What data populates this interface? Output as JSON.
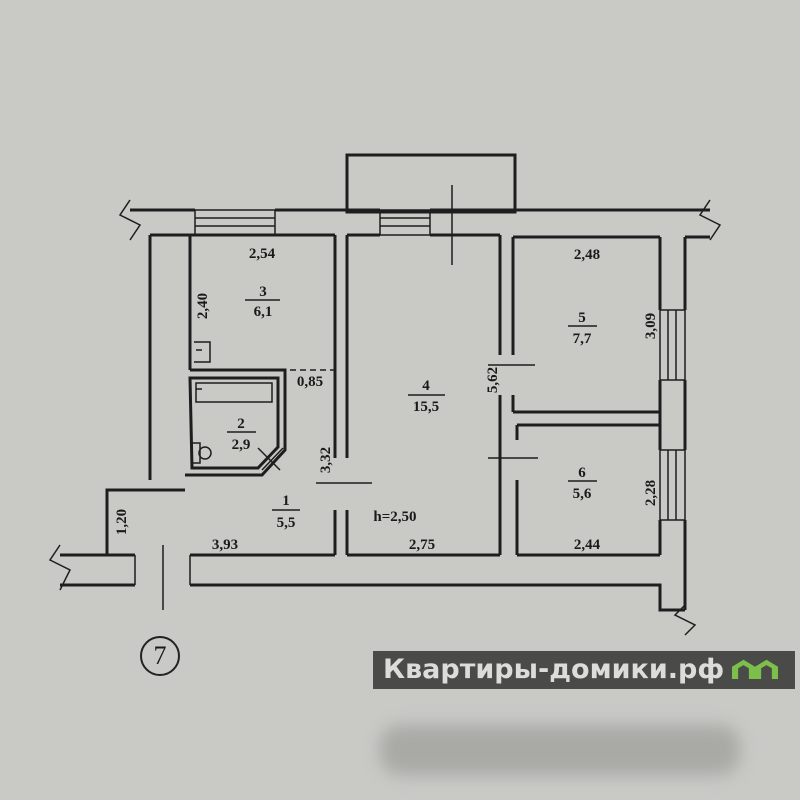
{
  "plan": {
    "rooms": [
      {
        "number": "1",
        "area": "5,5"
      },
      {
        "number": "2",
        "area": "2,9"
      },
      {
        "number": "3",
        "area": "6,1"
      },
      {
        "number": "4",
        "area": "15,5"
      },
      {
        "number": "5",
        "area": "7,7"
      },
      {
        "number": "6",
        "area": "5,6"
      }
    ],
    "dimensions": {
      "room3_width": "2,54",
      "room3_height": "2,40",
      "room1_niche": "0,85",
      "room1_height": "3,32",
      "room1_side": "1,20",
      "room1_width": "3,93",
      "room4_width": "2,75",
      "room4_length": "5,62",
      "room5_width": "2,48",
      "room5_height": "3,09",
      "room6_width": "2,44",
      "room6_height": "2,28"
    },
    "ceiling_height": "h=2,50",
    "apartment_number": "7"
  },
  "watermark": {
    "text": "Квартиры-домики.рф",
    "part1": "Квартиры-до",
    "part2": "ики.рф",
    "house_color": "#7cc04b"
  }
}
